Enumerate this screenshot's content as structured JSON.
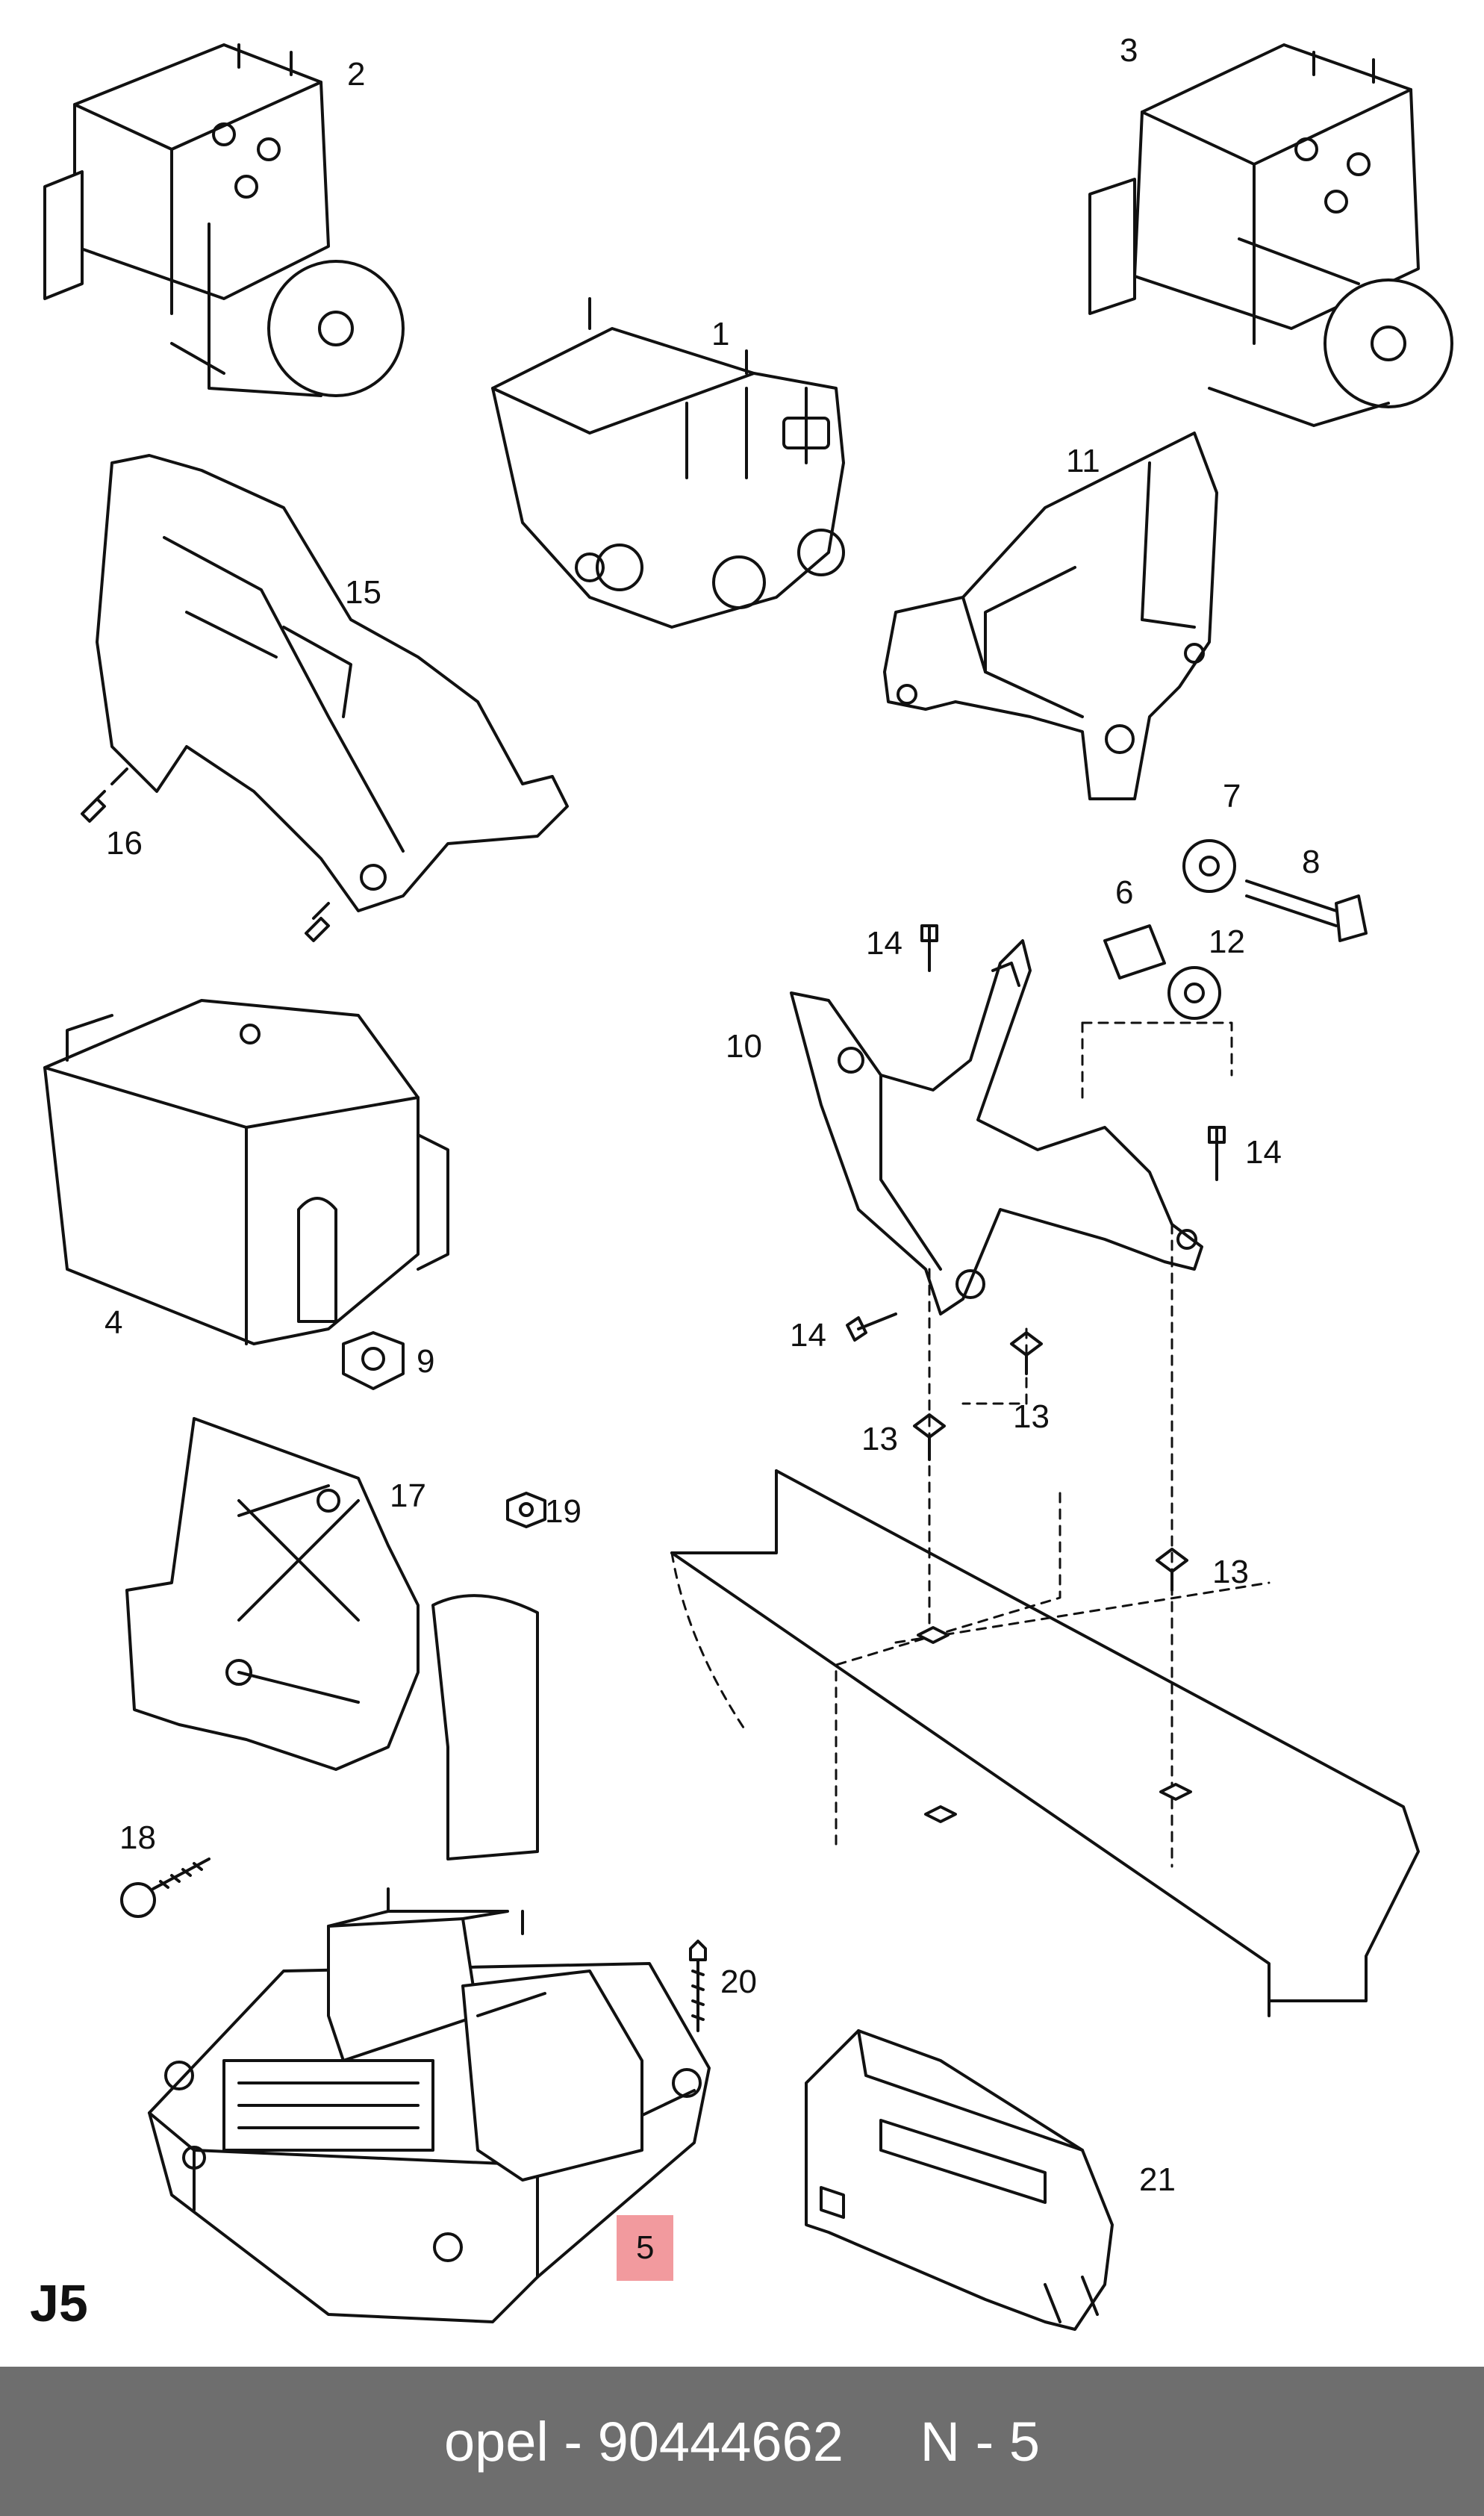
{
  "diagram": {
    "section_code": "J5",
    "highlight_color": "#f29a9e",
    "callouts": {
      "c1": "1",
      "c2": "2",
      "c3": "3",
      "c4": "4",
      "c5": "5",
      "c6": "6",
      "c7": "7",
      "c8": "8",
      "c9": "9",
      "c10": "10",
      "c11": "11",
      "c12": "12",
      "c13a": "13",
      "c13b": "13",
      "c13c": "13",
      "c14a": "14",
      "c14b": "14",
      "c14c": "14",
      "c15": "15",
      "c16": "16",
      "c17": "17",
      "c18": "18",
      "c19": "19",
      "c20": "20",
      "c21": "21"
    }
  },
  "footer": {
    "text": "opel - 90444662     N - 5",
    "background": "#6e6e6e"
  }
}
